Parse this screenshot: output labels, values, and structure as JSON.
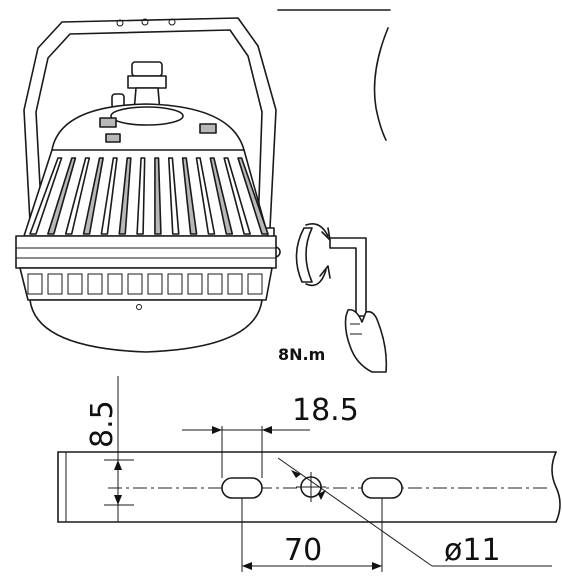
{
  "torque": {
    "value": "8N.m"
  },
  "dimensions": {
    "height": "8.5",
    "slot_width": "18.5",
    "spacing": "70",
    "hole_diameter": "ø11"
  },
  "icons": {
    "lamp": "explosion-proof-lamp-drawing",
    "wrench": "hex-key-icon",
    "rotate": "rotation-arrows-icon",
    "hand": "hand-icon"
  },
  "colors": {
    "line": "#1a1a1a",
    "shade": "#b8b8b8",
    "background": "#ffffff"
  }
}
